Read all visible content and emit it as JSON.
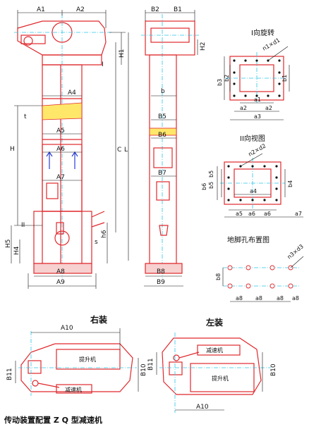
{
  "front_view": {
    "labels": {
      "a1": "A1",
      "a2": "A2",
      "a4": "A4",
      "a5": "A5",
      "a6": "A6",
      "a7": "A7",
      "a8": "A8",
      "a9": "A9",
      "h": "H",
      "h1": "H1",
      "h4": "H4",
      "h5": "H5",
      "h6": "h6",
      "c": "C",
      "l": "L",
      "t": "t",
      "s": "s",
      "mark_i": "I",
      "mark_ii": "II"
    }
  },
  "side_view": {
    "labels": {
      "b2": "B2",
      "b1": "B1",
      "h2": "H2",
      "b": "b",
      "b5": "B5",
      "b6": "B6",
      "b7": "B7",
      "b8": "B8",
      "b9": "B9"
    }
  },
  "view_i": {
    "title": "I向旋转",
    "labels": {
      "n1d1": "n1×d1",
      "b1": "b1",
      "b2": "b2",
      "b3": "b3",
      "a1": "a1",
      "a2l": "a2",
      "a2r": "a2",
      "a3": "a3"
    }
  },
  "view_ii": {
    "title": "II向视图",
    "labels": {
      "n2d2": "n2×d2",
      "b4": "b4",
      "b5": "b5",
      "b5b": "b5",
      "b6": "b6",
      "a4": "a4",
      "a5": "a5",
      "a6a": "a6",
      "a6b": "a6",
      "a7": "a7"
    }
  },
  "anchor_view": {
    "title": "地脚孔布置图",
    "labels": {
      "n3d3": "n3×d3",
      "b8": "b8",
      "a8a": "a8",
      "a8b": "a8",
      "a8c": "a8",
      "a8d": "a8"
    }
  },
  "drive_right": {
    "title": "右装",
    "labels": {
      "a10": "A10",
      "b10": "B10",
      "b11": "B11",
      "elevator": "提升机",
      "reducer": "减速机"
    }
  },
  "drive_left": {
    "title": "左装",
    "labels": {
      "a10": "A10",
      "b10": "B10",
      "b11": "B11",
      "elevator": "提升机",
      "reducer": "减速机"
    }
  },
  "footer": {
    "caption": "传动装置配置 Z Q 型减速机"
  },
  "colors": {
    "outline": "#e0282c",
    "centerline": "#2cc5e6",
    "pulley": "#2b3fd6",
    "bucket": "#ffe76a"
  }
}
